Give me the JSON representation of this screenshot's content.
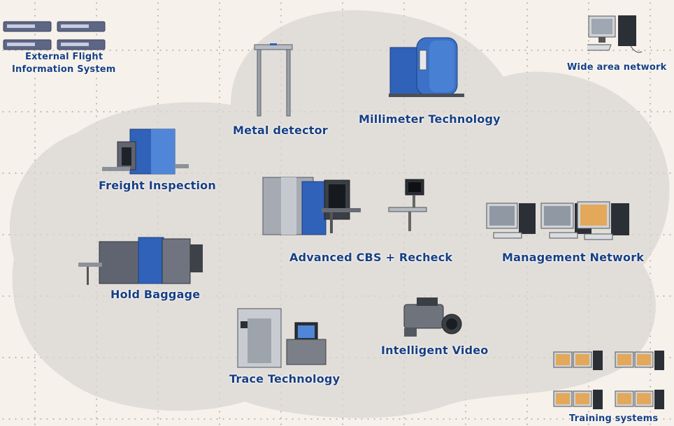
{
  "nodes": {
    "external_flight": {
      "label_line1": "External Flight",
      "label_line2": "Information System"
    },
    "metal_detector": {
      "label": "Metal detector"
    },
    "millimeter": {
      "label": "Millimeter Technology"
    },
    "wide_area": {
      "label": "Wide area network"
    },
    "freight": {
      "label": "Freight Inspection"
    },
    "advanced_cbs": {
      "label": "Advanced CBS + Recheck"
    },
    "management": {
      "label": "Management Network"
    },
    "hold_baggage": {
      "label": "Hold Baggage"
    },
    "intelligent_video": {
      "label": "Intelligent Video"
    },
    "trace": {
      "label": "Trace Technology"
    },
    "training": {
      "label": "Training systems"
    }
  },
  "colors": {
    "label": "#173f83",
    "machine_blue": "#2f62b8",
    "machine_grey": "#8c9199",
    "cloud": "#d9d6d2"
  }
}
